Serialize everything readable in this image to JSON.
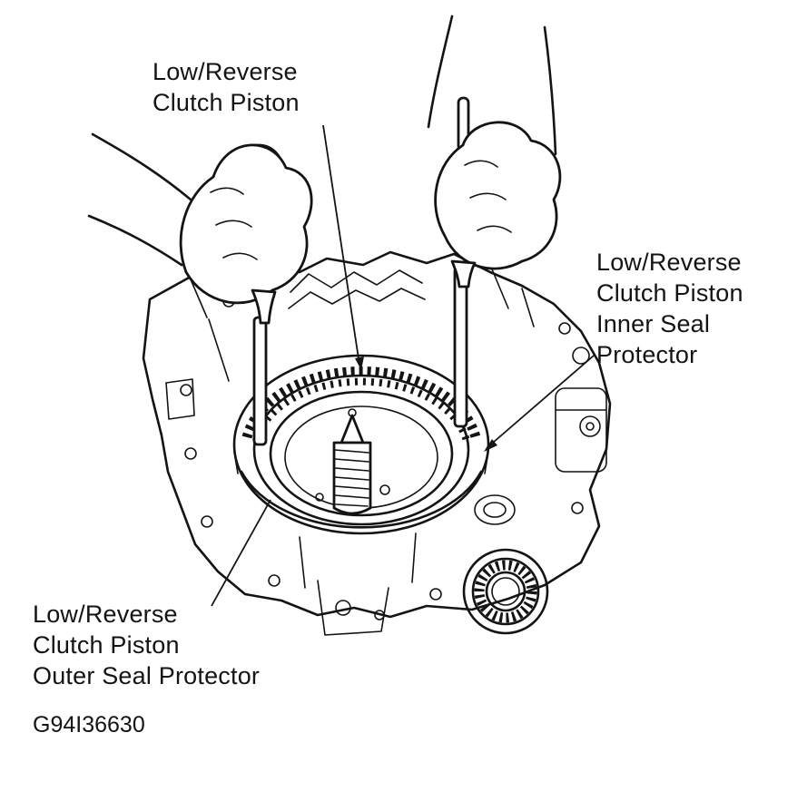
{
  "figure": {
    "id": "G94I36630",
    "background_color": "#ffffff",
    "ink_color": "#141414",
    "labels": {
      "clutch_piston": {
        "line1": "Low/Reverse",
        "line2": "Clutch Piston"
      },
      "inner_seal_protector": {
        "line1": "Low/Reverse",
        "line2": "Clutch Piston",
        "line3": "Inner Seal",
        "line4": "Protector"
      },
      "outer_seal_protector": {
        "line1": "Low/Reverse",
        "line2": "Clutch Piston",
        "line3": "Outer Seal Protector"
      }
    }
  }
}
